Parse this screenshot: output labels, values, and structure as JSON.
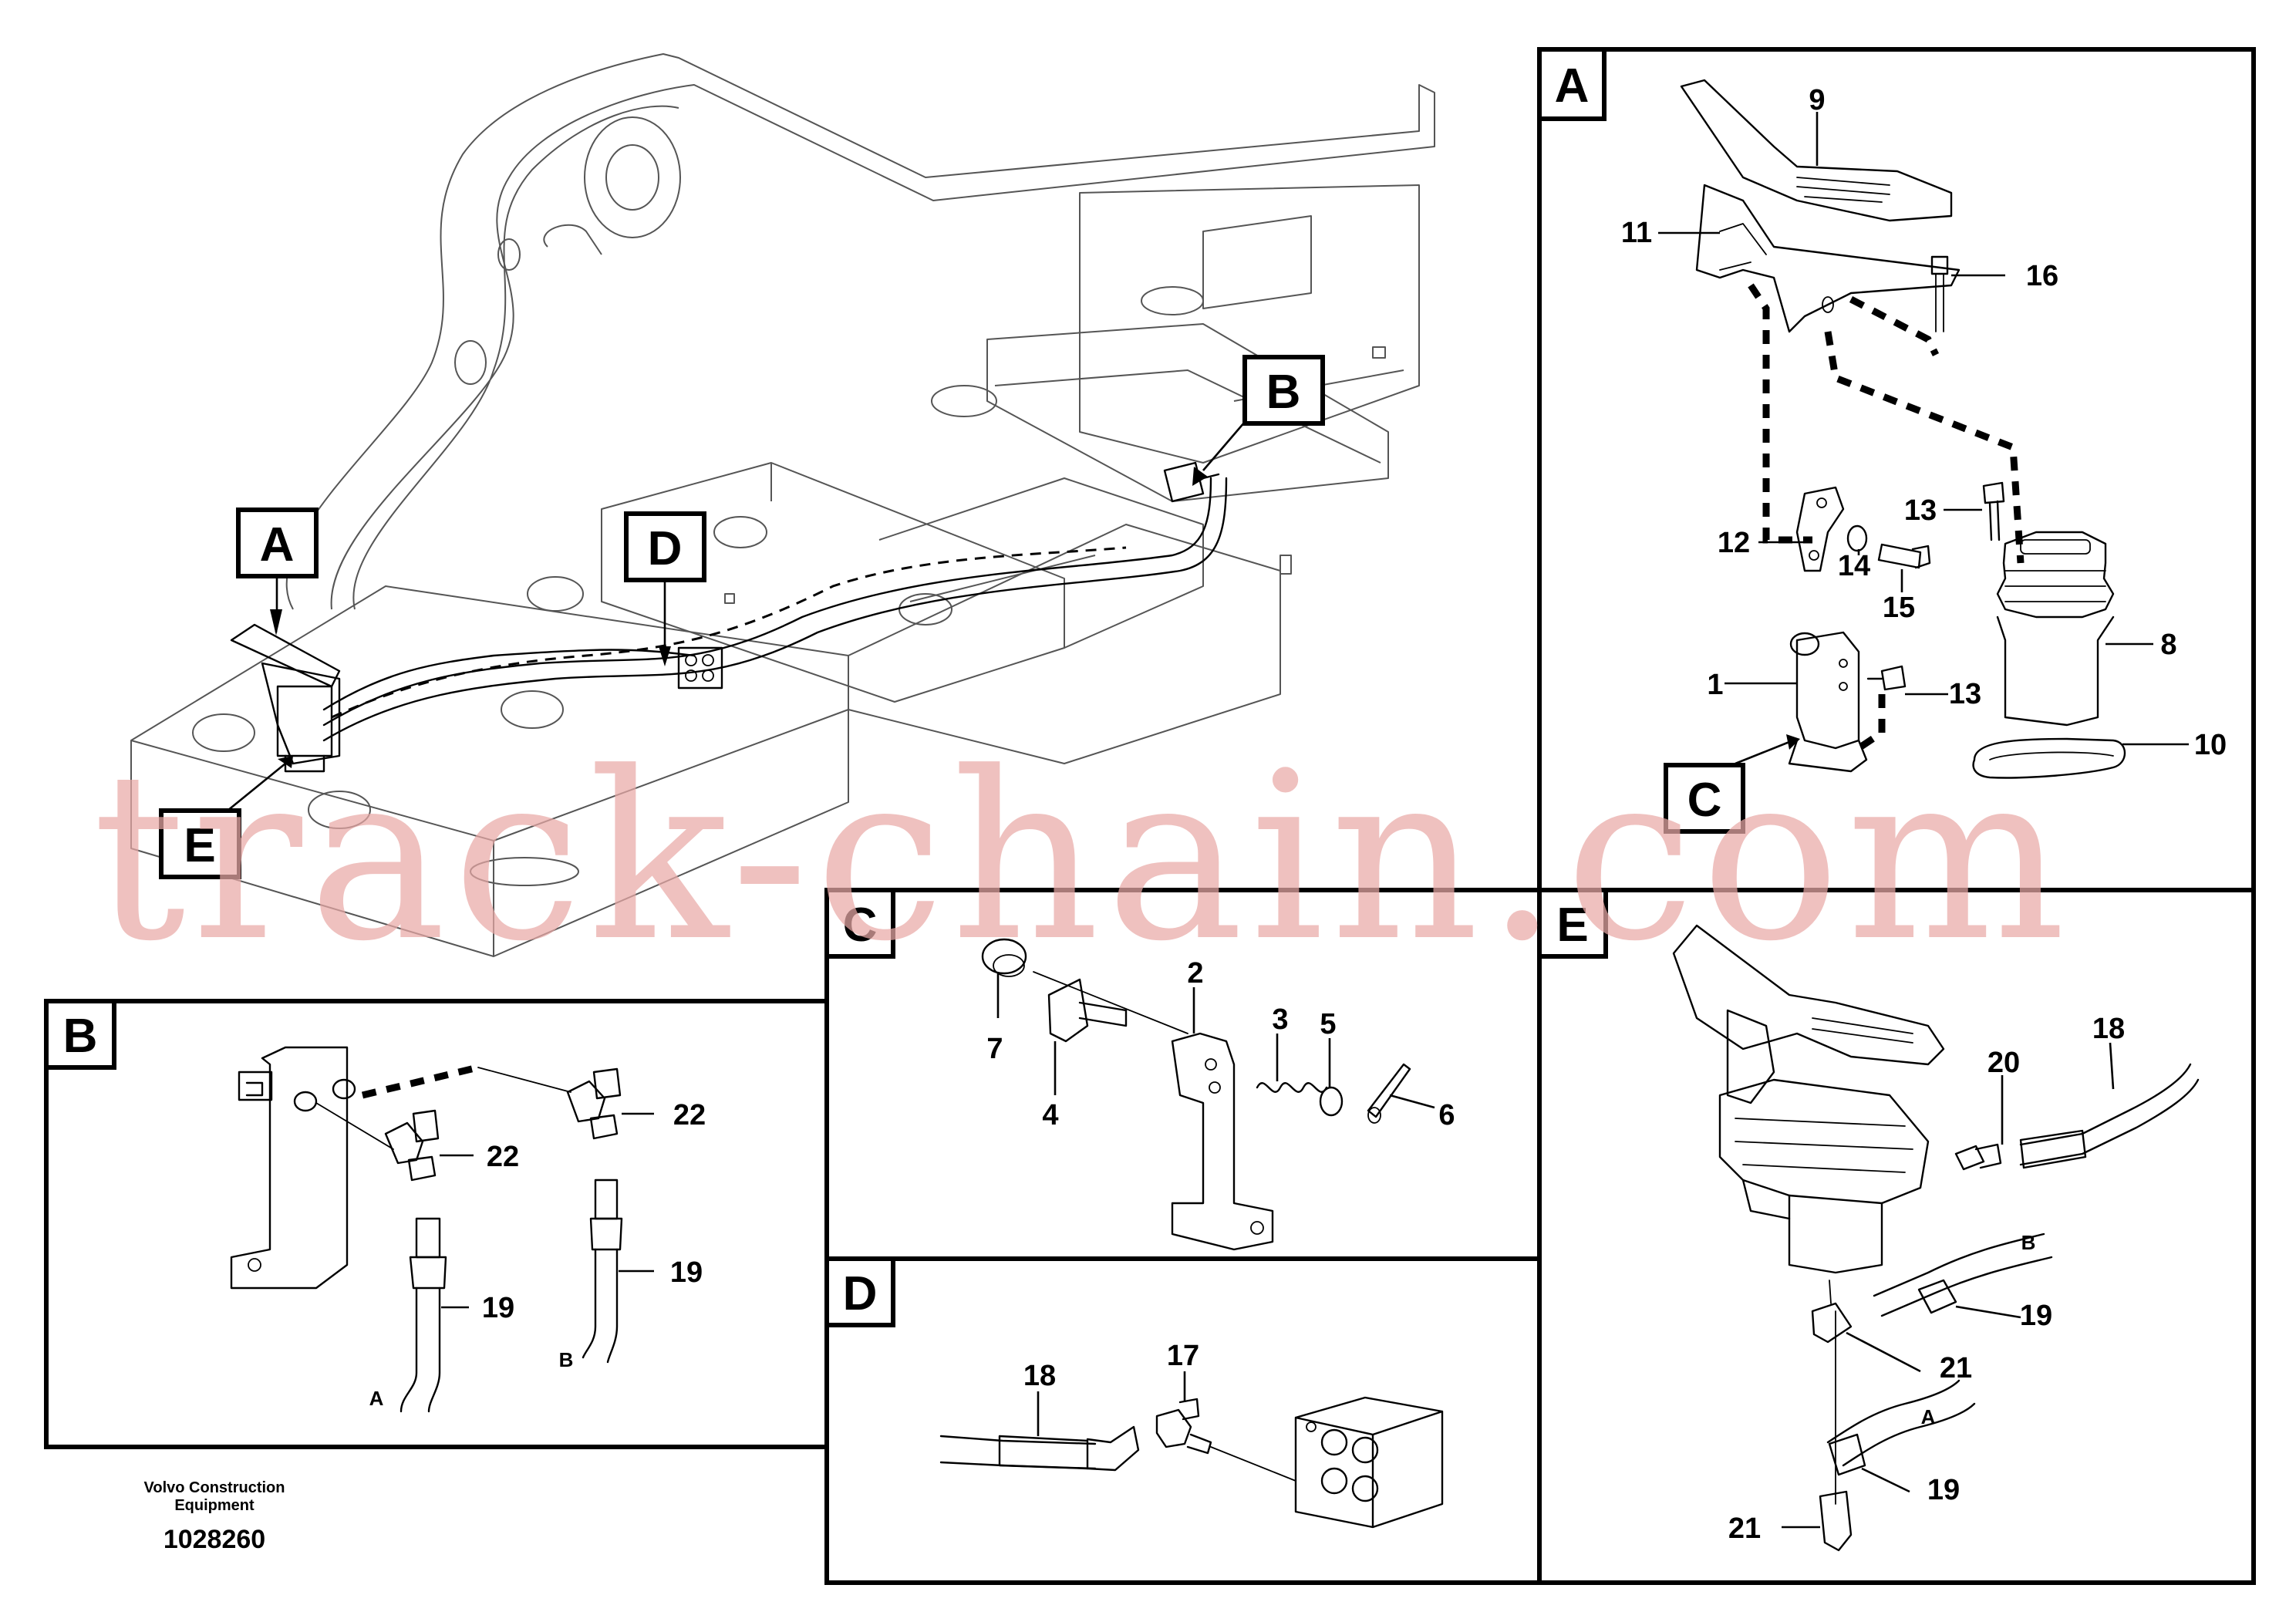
{
  "watermark": "track-chain.com",
  "footer": {
    "company_line1": "Volvo Construction",
    "company_line2": "Equipment",
    "drawing_number": "1028260"
  },
  "overview": {
    "callouts": [
      "A",
      "B",
      "D",
      "E"
    ]
  },
  "panels": {
    "A": {
      "letter": "A",
      "callout_C": "C",
      "parts": [
        "9",
        "11",
        "16",
        "13",
        "12",
        "14",
        "15",
        "8",
        "1",
        "13",
        "10"
      ]
    },
    "B": {
      "letter": "B",
      "parts": [
        "22",
        "22",
        "19",
        "19"
      ],
      "hose_ends": [
        "A",
        "B"
      ]
    },
    "C": {
      "letter": "C",
      "parts": [
        "2",
        "3",
        "5",
        "7",
        "4",
        "6"
      ]
    },
    "D": {
      "letter": "D",
      "parts": [
        "18",
        "17"
      ]
    },
    "E": {
      "letter": "E",
      "parts": [
        "18",
        "20",
        "19",
        "21",
        "19",
        "21"
      ],
      "hose_ends": [
        "B",
        "A"
      ]
    }
  }
}
